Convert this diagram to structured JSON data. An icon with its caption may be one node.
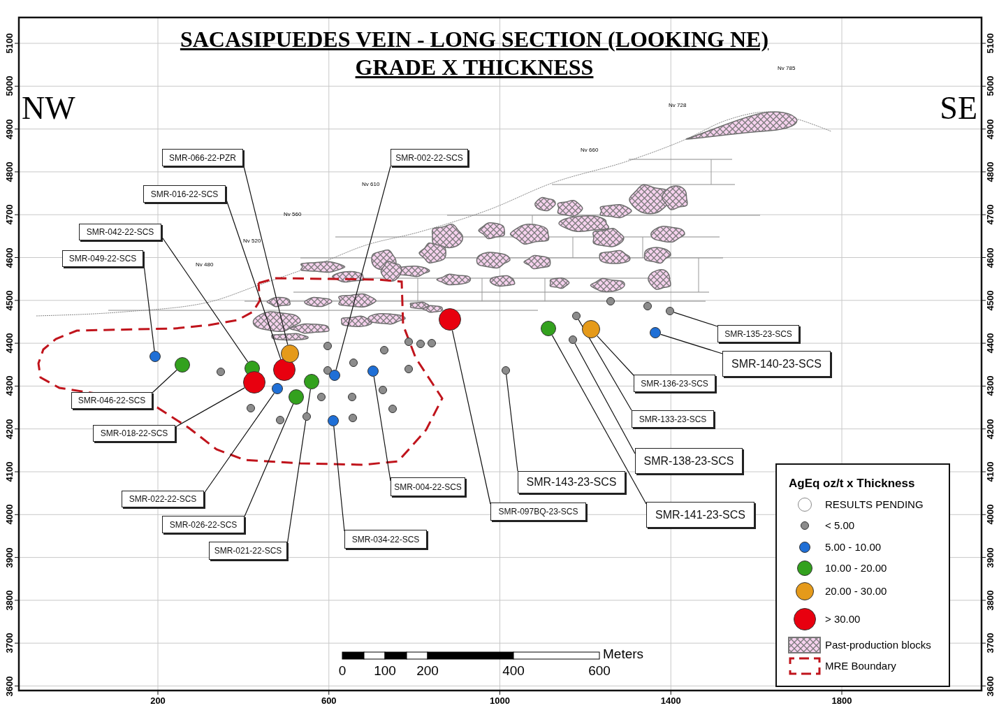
{
  "diagram": {
    "title": "SACASIPUEDES VEIN - LONG SECTION (LOOKING NE)",
    "nodes": [
      {
        "text": [
          "SMR-066-22-PZR"
        ]
      },
      {
        "text": [
          "SMR-002-22-SCS"
        ]
      },
      {
        "text": [
          "SMR-016-22-SCS"
        ]
      },
      {
        "text": [
          "SMR-042-22-SCS"
        ]
      },
      {
        "text": [
          "SMR-049-22-SCS"
        ]
      },
      {
        "text": [
          "SMR-135-23-SCS"
        ]
      },
      {
        "text": [
          "SMR-140-23-SCS"
        ]
      },
      {
        "text": [
          "SMR-136-23-SCS"
        ]
      },
      {
        "text": [
          "SMR-046-22-SCS"
        ]
      },
      {
        "text": [
          "SMR-133-23-SCS"
        ]
      },
      {
        "text": [
          "SMR-018-22-SCS"
        ]
      },
      {
        "text": [
          "SMR-138-23-SCS"
        ]
      },
      {
        "text": [
          "SMR-143-23-SCS"
        ]
      },
      {
        "text": [
          "SMR-004-22-SCS"
        ]
      },
      {
        "text": [
          "SMR-022-22-SCS"
        ]
      },
      {
        "text": [
          "SMR-097BQ-23-SCS"
        ]
      },
      {
        "text": [
          "SMR-141-23-SCS"
        ]
      },
      {
        "text": [
          "SMR-026-22-SCS"
        ]
      },
      {
        "text": [
          "SMR-034-22-SCS"
        ]
      },
      {
        "text": [
          "SMR-021-22-SCS"
        ]
      },
      {
        "text": [],
        "shape": "circle"
      },
      {
        "text": [],
        "shape": "circle"
      },
      {
        "text": [],
        "shape": "circle"
      },
      {
        "text": [],
        "shape": "circle"
      },
      {
        "text": [],
        "shape": "circle"
      },
      {
        "text": [],
        "shape": "circle"
      },
      {
        "text": [],
        "shape": "circle"
      },
      {
        "text": [],
        "shape": "circle"
      },
      {
        "text": [],
        "shape": "circle"
      },
      {
        "text": [],
        "shape": "circle"
      },
      {
        "text": [],
        "shape": "circle"
      },
      {
        "text": [],
        "shape": "circle"
      },
      {
        "text": [],
        "shape": "circle"
      },
      {
        "text": [],
        "shape": "circle"
      },
      {
        "text": [],
        "shape": "circle"
      },
      {
        "text": [],
        "shape": "circle"
      },
      {
        "text": [],
        "shape": "circle"
      },
      {
        "text": [],
        "shape": "circle"
      },
      {
        "text": [],
        "shape": "circle"
      },
      {
        "text": [],
        "shape": "circle"
      },
      {
        "text": [],
        "shape": "circle"
      },
      {
        "text": [],
        "shape": "circle"
      },
      {
        "text": [],
        "shape": "circle"
      },
      {
        "text": [],
        "shape": "circle"
      },
      {
        "text": [],
        "shape": "circle"
      },
      {
        "text": [],
        "shape": "circle"
      },
      {
        "text": [],
        "shape": "circle"
      },
      {
        "text": [],
        "shape": "circle"
      },
      {
        "text": [],
        "shape": "circle"
      },
      {
        "text": [],
        "shape": "circle"
      },
      {
        "text": [],
        "shape": "circle"
      },
      {
        "text": [],
        "shape": "circle"
      },
      {
        "text": [],
        "shape": "circle"
      },
      {
        "text": [],
        "shape": "circle"
      },
      {
        "text": [],
        "shape": "circle"
      },
      {
        "text": [],
        "shape": "circle"
      },
      {
        "text": [],
        "shape": "circle"
      },
      {
        "text": [],
        "shape": "circle"
      },
      {
        "text": [],
        "shape": "circle"
      }
    ],
    "edges": [
      {
        "from": 0,
        "to": 29,
        "arrow": "none"
      },
      {
        "from": 1,
        "to": 37,
        "arrow": "none"
      },
      {
        "from": 2,
        "to": 28,
        "arrow": "none"
      },
      {
        "from": 3,
        "to": 24,
        "arrow": "none"
      },
      {
        "from": 4,
        "to": 20,
        "arrow": "none"
      },
      {
        "from": 5,
        "to": 58,
        "arrow": "none"
      },
      {
        "from": 6,
        "to": 57,
        "arrow": "none"
      },
      {
        "from": 7,
        "to": 54,
        "arrow": "none"
      },
      {
        "from": 8,
        "to": 21,
        "arrow": "none"
      },
      {
        "from": 9,
        "to": 53,
        "arrow": "none"
      },
      {
        "from": 10,
        "to": 25,
        "arrow": "none"
      },
      {
        "from": 11,
        "to": 52,
        "arrow": "none"
      },
      {
        "from": 12,
        "to": 50,
        "arrow": "none"
      },
      {
        "from": 13,
        "to": 41,
        "arrow": "none"
      },
      {
        "from": 14,
        "to": 26,
        "arrow": "none"
      },
      {
        "from": 15,
        "to": 49,
        "arrow": "none"
      },
      {
        "from": 16,
        "to": 51,
        "arrow": "none"
      },
      {
        "from": 17,
        "to": 30,
        "arrow": "none"
      },
      {
        "from": 18,
        "to": 36,
        "arrow": "none"
      },
      {
        "from": 19,
        "to": 32,
        "arrow": "none"
      }
    ],
    "labels": [
      "GRADE X THICKNESS",
      "NW",
      "SE",
      "Nv 785",
      "Nv 728",
      "Nv 660",
      "Nv 610",
      "Nv 560",
      "Nv 520",
      "Nv 480",
      "AgEq oz/t x Thickness",
      "Meters",
      "0",
      "100",
      "200",
      "400",
      "600",
      "5100",
      "5000",
      "4900",
      "4800",
      "4700",
      "4600",
      "4500",
      "4400",
      "4300",
      "4200",
      "4100",
      "4000",
      "3900",
      "3800",
      "3700",
      "3600",
      "5100",
      "5000",
      "4900",
      "4800",
      "4700",
      "4600",
      "4500",
      "4400",
      "4300",
      "4200",
      "4100",
      "4000",
      "3900",
      "3800",
      "3700",
      "3600",
      "200",
      "600",
      "1000",
      "1400",
      "1800"
    ],
    "legend": [
      {
        "text": "RESULTS PENDING",
        "color": "#ffffff"
      },
      {
        "text": "< 5.00",
        "color": "#8c8c8c"
      },
      {
        "text": "5.00 - 10.00",
        "color": "#1f6fd6"
      },
      {
        "text": "10.00 - 20.00",
        "color": "#33a11e"
      },
      {
        "text": "20.00 - 30.00",
        "color": "#e59a1a"
      },
      {
        "text": "> 30.00",
        "color": "#e8000f"
      },
      {
        "text": "Past-production blocks"
      },
      {
        "text": "MRE Boundary"
      }
    ]
  }
}
